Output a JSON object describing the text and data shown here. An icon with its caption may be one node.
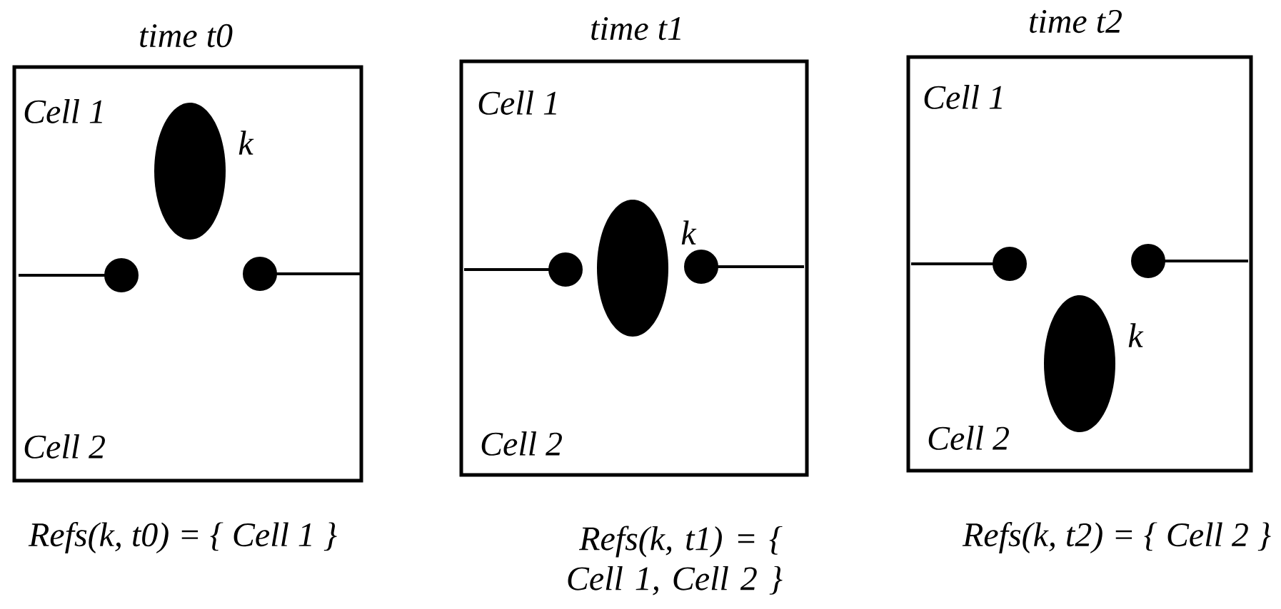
{
  "diagram": {
    "nodes": [
      {
        "text": [
          "time t0"
        ],
        "beside": [
          "Refs(k, t0) = { Cell 1 }"
        ]
      },
      {
        "text": [],
        "shape": "ellipse",
        "in": 0,
        "beside": [
          "k"
        ]
      },
      {
        "text": [
          "time t1"
        ],
        "beside": [
          "Refs(k, t1) = { Cell 1, Cell 2 }"
        ]
      },
      {
        "text": [],
        "shape": "ellipse",
        "in": 2,
        "beside": [
          "k"
        ]
      },
      {
        "text": [
          "time t2"
        ],
        "beside": [
          "Refs(k, t2) = { Cell 2 }"
        ]
      },
      {
        "text": [],
        "shape": "ellipse",
        "in": 4,
        "beside": [
          "k"
        ]
      }
    ],
    "labels": [
      "Cell 1",
      "Cell 2",
      "Cell 1",
      "Cell 2",
      "Cell 1",
      "Cell 2"
    ]
  }
}
